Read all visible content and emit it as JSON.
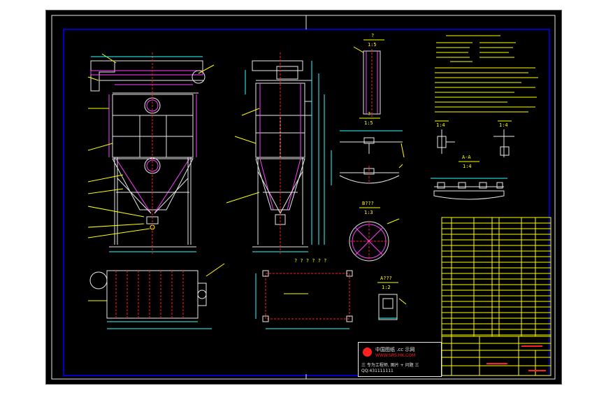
{
  "colors": {
    "background": "#000000",
    "frame": "#0000ff",
    "outline": "#e8e8e8",
    "accent_magenta": "#ff40ff",
    "annotation_yellow": "#ffff00",
    "centerline_red": "#ff2020",
    "dimension_cyan": "#30ffff",
    "dimension_green": "#30ff30",
    "logo_red": "#ff2020"
  },
  "views": {
    "detail_top_label": "?",
    "detail_top_scale": "1:5",
    "detail_mid_label": "?",
    "detail_mid_scale": "1:5",
    "section_b_label": "B???",
    "section_b_scale": "1:3",
    "section_a_label": "A???",
    "section_a_scale": "1:2",
    "section_aa_label": "A-A",
    "section_aa_scale": "1:4",
    "detail_small1_scale": "1:4",
    "detail_small2_scale": "1:4",
    "plan_caption": "? ? ? ? ? ?"
  },
  "title_block": {
    "logo_text": "中国图纸 .cc 示网",
    "website": "WWW.SRS.HK.COM",
    "slogan": "三 专为工程师, 图片 + 问题 三",
    "qq": "QQ:431111111"
  }
}
